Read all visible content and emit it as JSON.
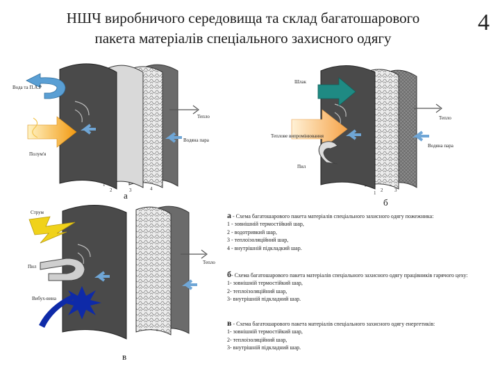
{
  "header": {
    "title_line1": "НШЧ виробничого середовища та склад багатошарового",
    "title_line2": "пакета матеріалів спеціального захисного одягу",
    "slide_number": "4"
  },
  "diagram_a": {
    "letter": "а",
    "labels": {
      "water": "Вода та П.А.Р",
      "heat": "Полум'я",
      "warm": "Тепло",
      "vapor": "Водяна пара"
    },
    "layer_numbers": [
      "1",
      "2",
      "3",
      "4"
    ]
  },
  "diagram_b": {
    "letter": "б",
    "labels": {
      "slag": "Шлак",
      "radiation": "Теплове випромінювання",
      "dust": "Пил",
      "warm": "Тепло",
      "vapor": "Водяна пара"
    },
    "layer_numbers": [
      "1",
      "2",
      "3"
    ]
  },
  "diagram_c": {
    "letter": "в",
    "labels": {
      "current": "Струм",
      "dust": "Пил",
      "explosive": "Вибух-вина",
      "warm": "Тепло"
    }
  },
  "descriptions": {
    "a": {
      "letter": "а",
      "text": " - Схема багатошарового пакета матеріалів спеціального захисного одягу пожежника:",
      "items": [
        "1 - зовнішній термостійкий шар,",
        "2 - водотривкий шар,",
        "3 - теплоізоляційний шар,",
        "4 - внутрішній підкладкий шар."
      ]
    },
    "b": {
      "letter": "б",
      "text": "- Схема багатошарового пакета матеріалів спеціального захисного одягу працівників гарячого цеху:",
      "items": [
        "1- зовнішній термостійкий шар,",
        "2- теплоізоляційний шар,",
        "3- внутрішній підкладний шар."
      ]
    },
    "c": {
      "letter": "в",
      "text": " - Схема багатошарового пакета матеріалів спеціального захисного одягу енергетиків:",
      "items": [
        "1- зовнішній термостійкий шар,",
        "2- теплоізоляційний шар,",
        "3- внутрішній підкладний шар."
      ]
    }
  },
  "colors": {
    "outer_layer": "#4a4a4a",
    "foam_layer": "#e6e6e6",
    "inner_layer": "#6b6b6b",
    "water_arrow": "#5a9fd4",
    "heat_arrow": "#f2a51f",
    "slag_arrow": "#1f8a83",
    "lightning": "#f0d21a",
    "explosion": "#0e2aa8"
  }
}
